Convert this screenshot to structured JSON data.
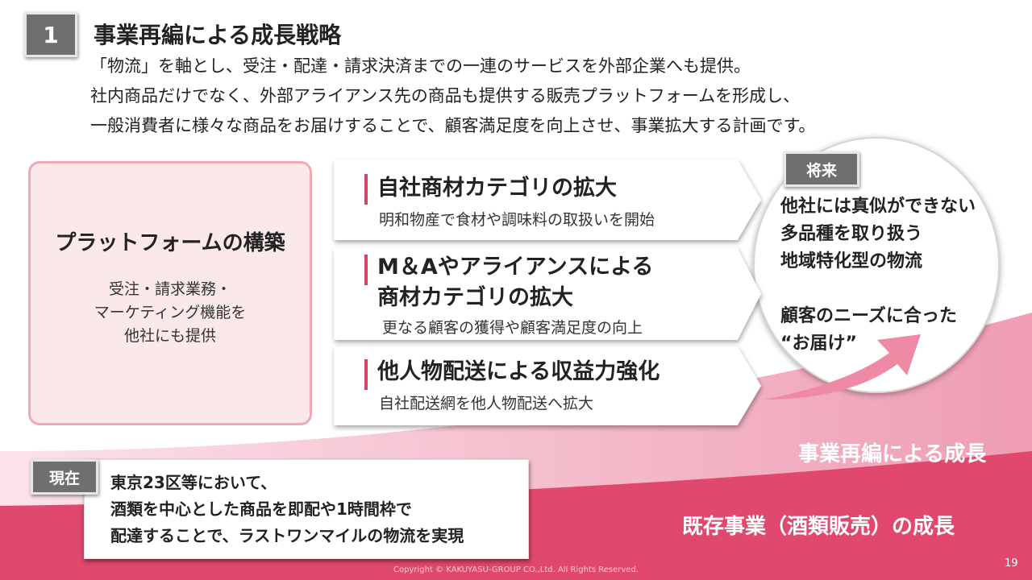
{
  "header": {
    "section_number": "1",
    "title": "事業再編による成長戦略"
  },
  "intro": {
    "lines": [
      "「物流」を軸とし、受注・配達・請求決済までの一連のサービスを外部企業へも提供。",
      "社内商品だけでなく、外部アライアンス先の商品も提供する販売プラットフォームを形成し、",
      "一般消費者に様々な商品をお届けすることで、顧客満足度を向上させ、事業拡大する計画です。"
    ]
  },
  "platform": {
    "title": "プラットフォームの構築",
    "desc_lines": [
      "受注・請求業務・",
      "マーケティング機能を",
      "他社にも提供"
    ]
  },
  "strategies": [
    {
      "title_lines": [
        "自社商材カテゴリの拡大"
      ],
      "subtitle": "明和物産で食材や調味料の取扱いを開始"
    },
    {
      "title_lines": [
        "M＆Aやアライアンスによる",
        "商材カテゴリの拡大"
      ],
      "subtitle": "更なる顧客の獲得や顧客満足度の向上"
    },
    {
      "title_lines": [
        "他人物配送による収益力強化"
      ],
      "subtitle": "自社配送網を他人物配送へ拡大"
    }
  ],
  "future": {
    "badge": "将来",
    "lines": [
      "他社には真似ができない",
      "多品種を取り扱う",
      "地域特化型の物流",
      "",
      "顧客のニーズに合った",
      "“お届け”"
    ]
  },
  "current": {
    "badge": "現在",
    "lines": [
      "東京23区等において、",
      "酒類を中心とした商品を即配や1時間枠で",
      "配達することで、ラストワンマイルの物流を実現"
    ]
  },
  "growth": {
    "upper_label": "事業再編による成長",
    "lower_label": "既存事業（酒類販売）の成長"
  },
  "colors": {
    "accent": "#d44564",
    "wave_dark": "#e0486d",
    "wave_light": "#f3a7bb",
    "badge_gray": "#6f6f6f",
    "platform_bg": "#fbe8e8"
  },
  "footer": {
    "copyright": "Copyright © KAKUYASU-GROUP CO.,Ltd. All Rights Reserved.",
    "page_number": "19"
  }
}
